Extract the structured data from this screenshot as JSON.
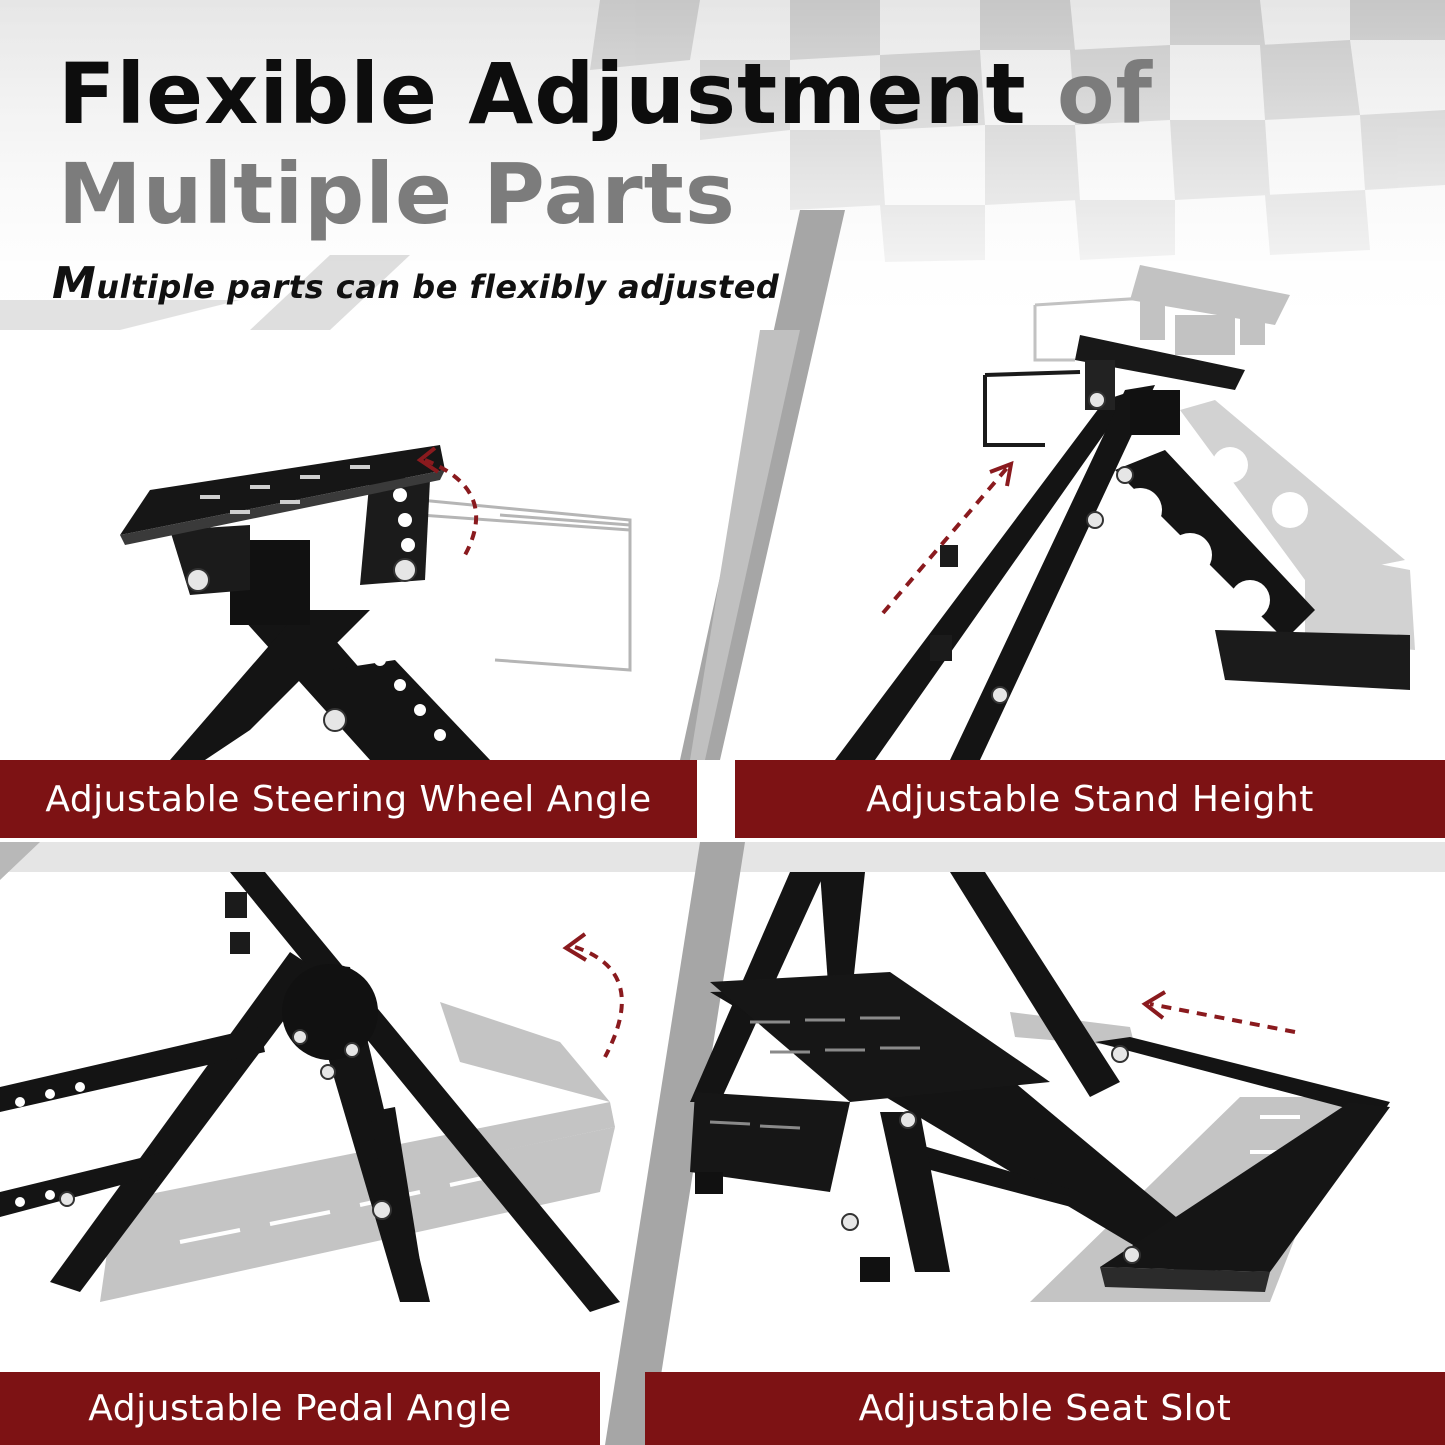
{
  "header": {
    "title_bold": "Flexible Adjustment",
    "title_gray_end": "of",
    "title_line2": "Multiple Parts",
    "subtitle_cap": "M",
    "subtitle_rest": "ultiple parts can be flexibly adjusted"
  },
  "panels": [
    {
      "label": "Adjustable Steering Wheel Angle"
    },
    {
      "label": "Adjustable Stand Height"
    },
    {
      "label": "Adjustable Pedal Angle"
    },
    {
      "label": "Adjustable Seat Slot"
    }
  ],
  "colors": {
    "banner": "#7d1214",
    "arrow": "#8a1a1e",
    "frame": "#141414",
    "ghost": "#b5b5b5",
    "divider": "#a6a6a6"
  },
  "icons": [
    "dashed-curved-arrow-icon",
    "dashed-straight-arrow-icon"
  ]
}
